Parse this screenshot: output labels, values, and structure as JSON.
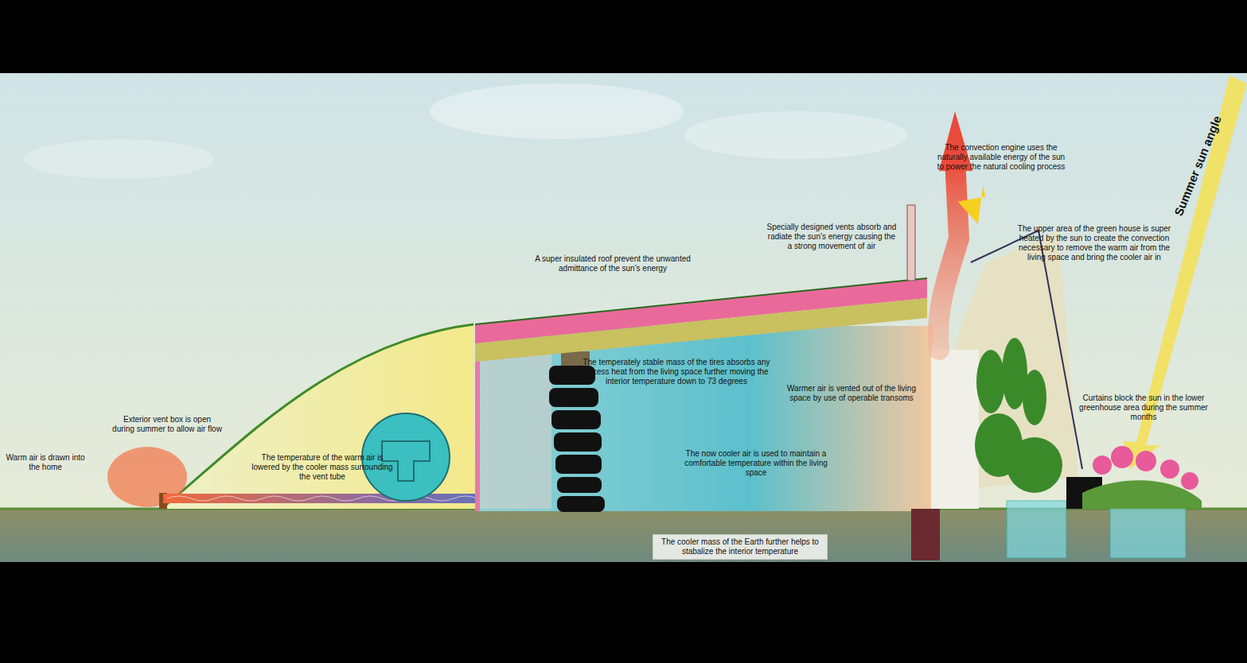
{
  "diagram": {
    "nodes": [
      {
        "text": [
          "The cooler mass of the Earth further helps to stabalize the interior temperature"
        ]
      }
    ],
    "labels": [
      "The convection engine uses the naturally available energy of the sun to power the natural cooling process",
      "Summer sun angle",
      "Specially designed vents absorb and radiate the sun's energy causing the a strong movement of air",
      "The upper area of the green house is super heated by the sun to create the convection necessary to remove the warm air from the living space and bring the cooler air in",
      "A super insulated roof prevent the unwanted admittance of the sun's energy",
      "The temperately stable mass of the tires absorbs any excess heat from the living space further moving the interior temperature down to 73 degrees",
      "Warmer air is vented out of the living space by use of operable transoms",
      "Curtains block the sun in the lower greenhouse area during the summer months",
      "Exterior vent box is open during summer to allow air flow",
      "Warm air is drawn into the home",
      "The temperature of the warm air is lowered by the cooler mass surrounding the vent tube",
      "The now cooler air is used to maintain a comfortable temperature within the living space"
    ]
  }
}
